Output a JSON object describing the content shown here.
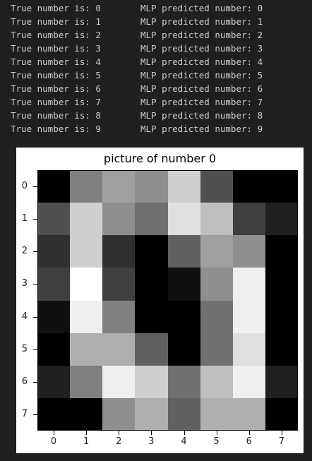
{
  "output": {
    "lines": [
      {
        "true_text": "True number is: 0",
        "pred_text": "MLP predicted number: 0"
      },
      {
        "true_text": "True number is: 1",
        "pred_text": "MLP predicted number: 1"
      },
      {
        "true_text": "True number is: 2",
        "pred_text": "MLP predicted number: 2"
      },
      {
        "true_text": "True number is: 3",
        "pred_text": "MLP predicted number: 3"
      },
      {
        "true_text": "True number is: 4",
        "pred_text": "MLP predicted number: 4"
      },
      {
        "true_text": "True number is: 5",
        "pred_text": "MLP predicted number: 5"
      },
      {
        "true_text": "True number is: 6",
        "pred_text": "MLP predicted number: 6"
      },
      {
        "true_text": "True number is: 7",
        "pred_text": "MLP predicted number: 7"
      },
      {
        "true_text": "True number is: 8",
        "pred_text": "MLP predicted number: 8"
      },
      {
        "true_text": "True number is: 9",
        "pred_text": "MLP predicted number: 9"
      }
    ]
  },
  "chart_data": {
    "type": "heatmap",
    "title": "picture of number 0",
    "colormap": "gray",
    "x_ticks": [
      "0",
      "1",
      "2",
      "3",
      "4",
      "5",
      "6",
      "7"
    ],
    "y_ticks": [
      "0",
      "1",
      "2",
      "3",
      "4",
      "5",
      "6",
      "7"
    ],
    "values": [
      [
        0,
        8,
        10,
        9,
        13,
        5,
        0,
        0
      ],
      [
        5,
        13,
        9,
        7,
        14,
        12,
        4,
        2
      ],
      [
        3,
        13,
        3,
        0,
        6,
        10,
        9,
        0
      ],
      [
        4,
        16,
        4,
        0,
        1,
        9,
        15,
        0
      ],
      [
        1,
        15,
        8,
        0,
        0,
        7,
        15,
        0
      ],
      [
        0,
        11,
        11,
        6,
        0,
        7,
        14,
        0
      ],
      [
        2,
        8,
        15,
        13,
        7,
        12,
        15,
        2
      ],
      [
        0,
        0,
        9,
        11,
        6,
        11,
        11,
        0
      ]
    ],
    "vmin": 0,
    "vmax": 16
  }
}
